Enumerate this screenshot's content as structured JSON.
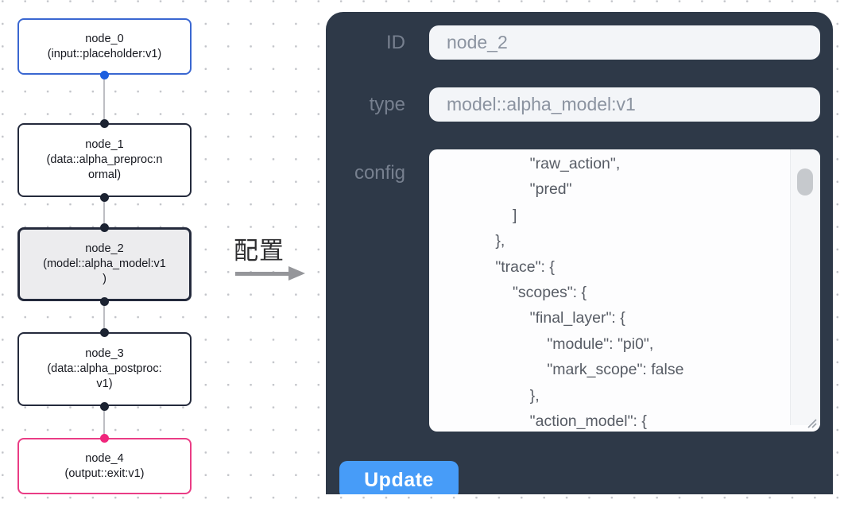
{
  "canvas": {
    "nodes": [
      {
        "id": "node_0",
        "variant": "input",
        "lines": [
          "node_0",
          "(input::placeholder:v1)",
          ""
        ]
      },
      {
        "id": "node_1",
        "variant": "default",
        "lines": [
          "node_1",
          "(data::alpha_preproc:n",
          "ormal)"
        ]
      },
      {
        "id": "node_2",
        "variant": "selected",
        "lines": [
          "node_2",
          "(model::alpha_model:v1",
          ")"
        ]
      },
      {
        "id": "node_3",
        "variant": "default",
        "lines": [
          "node_3",
          "(data::alpha_postproc:",
          "v1)"
        ]
      },
      {
        "id": "node_4",
        "variant": "output",
        "lines": [
          "node_4",
          "(output::exit:v1)",
          ""
        ]
      }
    ],
    "colors": {
      "input_accent": "#3a67d1",
      "output_accent": "#ea3c85",
      "node_border": "#242a3c",
      "selected_fill": "#ececee",
      "edge": "#bdbec3",
      "port_blue": "#1d5fdf",
      "port_pink": "#f0267c"
    }
  },
  "arrow": {
    "label": "配置",
    "color": "#95969a"
  },
  "panel": {
    "background": "#2e3948",
    "fields": [
      {
        "label": "ID",
        "value": "node_2"
      },
      {
        "label": "type",
        "value": "model::alpha_model:v1"
      },
      {
        "label": "config",
        "value": ""
      }
    ],
    "config_text": "                \"raw_action\",\n                \"pred\"\n            ]\n        },\n        \"trace\": {\n            \"scopes\": {\n                \"final_layer\": {\n                    \"module\": \"pi0\",\n                    \"mark_scope\": false\n                },\n                \"action_model\": {",
    "update_label": "Update",
    "button_color": "#479cf8"
  }
}
